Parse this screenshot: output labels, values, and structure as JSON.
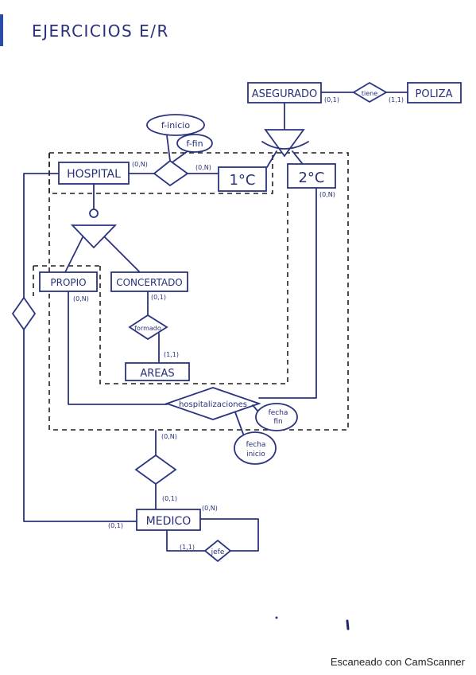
{
  "title": "EJERCICIOS E/R",
  "entities": {
    "asegurado": "ASEGURADO",
    "poliza": "POLIZA",
    "hospital": "HOSPITAL",
    "primer_c": "1°C",
    "segundo_c": "2°C",
    "propio": "PROPIO",
    "concertado": "CONCERTADO",
    "areas": "AREAS",
    "medico": "MEDICO"
  },
  "relationships": {
    "tiene": "tiene",
    "formado": "formado",
    "hospitalizaciones": "hospitalizaciones",
    "jefe": "jefe"
  },
  "attributes": {
    "f_inicio": "f-inicio",
    "f_fin": "f-fin",
    "fecha_fin_1": "fecha",
    "fecha_fin_2": "fin",
    "fecha_inicio_1": "fecha",
    "fecha_inicio_2": "inicio"
  },
  "cardinalities": {
    "asegurado_tiene": "(0,1)",
    "tiene_poliza": "(1,1)",
    "hospital_rel": "(0,N)",
    "rel_primer": "(0,N)",
    "segundo": "(0,N)",
    "propio": "(0,N)",
    "concertado": "(0,1)",
    "areas": "(1,1)",
    "hosp_medico": "(0,N)",
    "medico_top": "(0,1)",
    "medico_left": "(0,1)",
    "medico_right": "(0,N)",
    "jefe": "(1,1)"
  },
  "footer": "Escaneado con CamScanner"
}
